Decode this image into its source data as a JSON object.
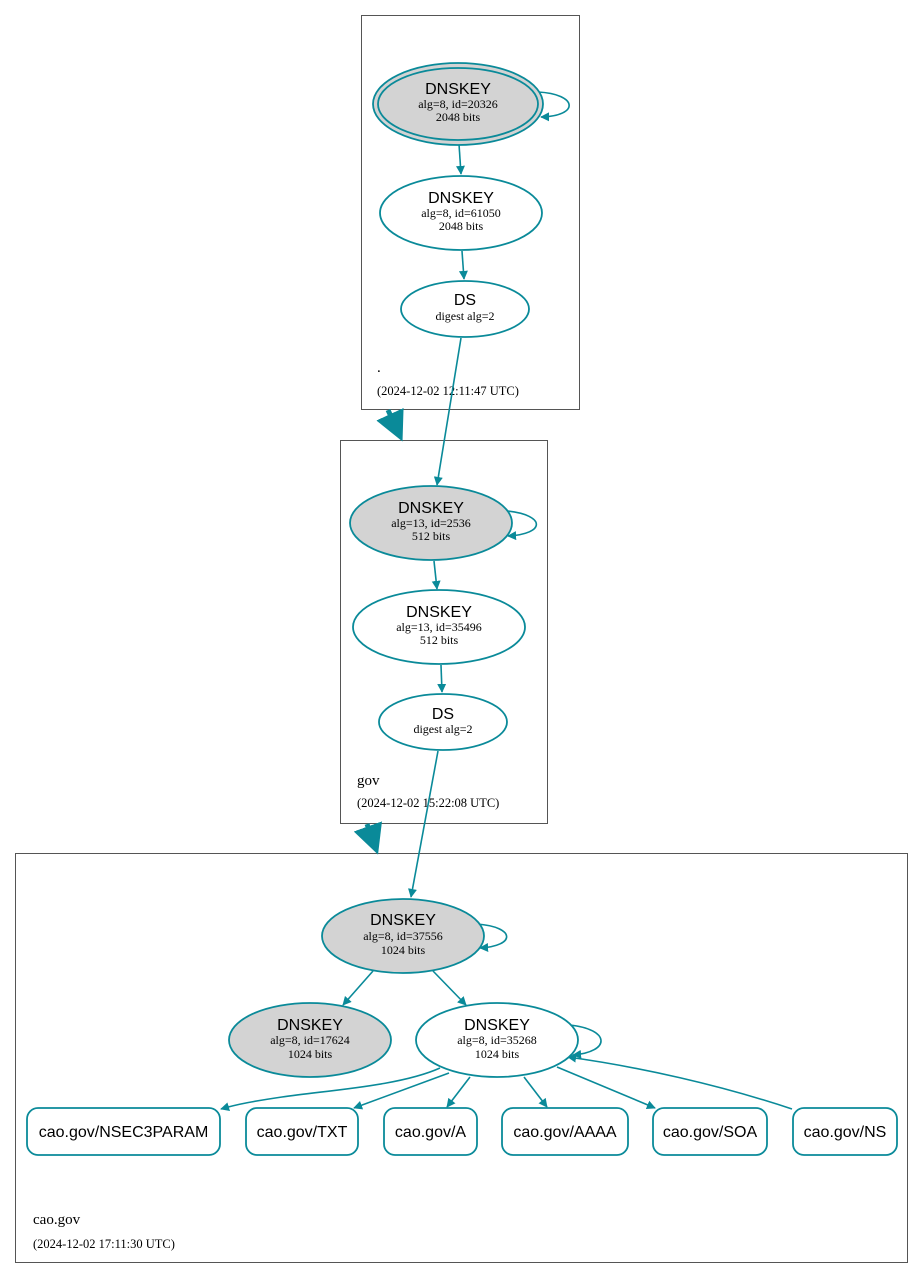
{
  "colors": {
    "edge": "#0a8a99",
    "anchor_fill": "#d3d3d3",
    "zone_border": "#555555"
  },
  "zones": {
    "root": {
      "name": ".",
      "date": "(2024-12-02 12:11:47 UTC)"
    },
    "gov": {
      "name": "gov",
      "date": "(2024-12-02 15:22:08 UTC)"
    },
    "cao": {
      "name": "cao.gov",
      "date": "(2024-12-02 17:11:30 UTC)"
    }
  },
  "nodes": {
    "root_ksk": {
      "title": "DNSKEY",
      "line1": "alg=8, id=20326",
      "line2": "2048 bits"
    },
    "root_zsk": {
      "title": "DNSKEY",
      "line1": "alg=8, id=61050",
      "line2": "2048 bits"
    },
    "root_ds": {
      "title": "DS",
      "line1": "digest alg=2"
    },
    "gov_ksk": {
      "title": "DNSKEY",
      "line1": "alg=13, id=2536",
      "line2": "512 bits"
    },
    "gov_zsk": {
      "title": "DNSKEY",
      "line1": "alg=13, id=35496",
      "line2": "512 bits"
    },
    "gov_ds": {
      "title": "DS",
      "line1": "digest alg=2"
    },
    "cao_ksk": {
      "title": "DNSKEY",
      "line1": "alg=8, id=37556",
      "line2": "1024 bits"
    },
    "cao_key2": {
      "title": "DNSKEY",
      "line1": "alg=8, id=17624",
      "line2": "1024 bits"
    },
    "cao_zsk": {
      "title": "DNSKEY",
      "line1": "alg=8, id=35268",
      "line2": "1024 bits"
    }
  },
  "records": {
    "nsec3param": "cao.gov/NSEC3PARAM",
    "txt": "cao.gov/TXT",
    "a": "cao.gov/A",
    "aaaa": "cao.gov/AAAA",
    "soa": "cao.gov/SOA",
    "ns": "cao.gov/NS"
  }
}
